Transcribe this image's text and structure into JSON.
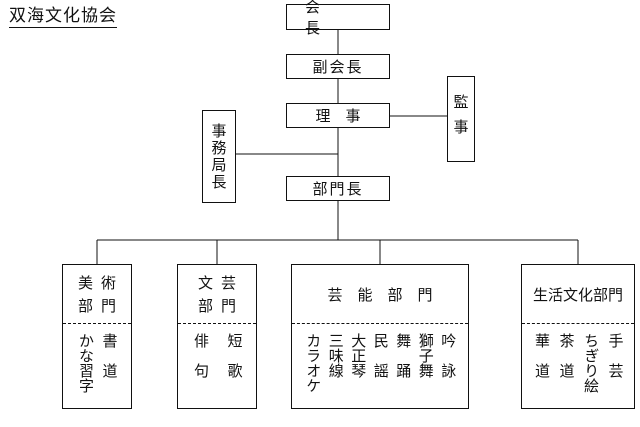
{
  "title": "双海文化協会",
  "nodes": {
    "president": "会　長",
    "vice_president": "副会長",
    "director": "理　事",
    "auditor": "監事",
    "secretary_general": "事務局長",
    "division_head": "部門長"
  },
  "departments": [
    {
      "head_cells": [
        "美",
        "術",
        "部",
        "門"
      ],
      "items": [
        "書　道",
        "かな習字"
      ]
    },
    {
      "head_cells": [
        "文",
        "芸",
        "部",
        "門"
      ],
      "items": [
        "短　歌",
        "俳　句"
      ]
    },
    {
      "head": "芸　能　部　門",
      "items": [
        "吟　詠",
        "獅子舞",
        "舞　踊",
        "民　謡",
        "大正琴",
        "三味線",
        "カラオケ"
      ]
    },
    {
      "head": "生活文化部門",
      "items": [
        "手　芸",
        "ちぎり絵",
        "茶　道",
        "華　道"
      ]
    }
  ]
}
